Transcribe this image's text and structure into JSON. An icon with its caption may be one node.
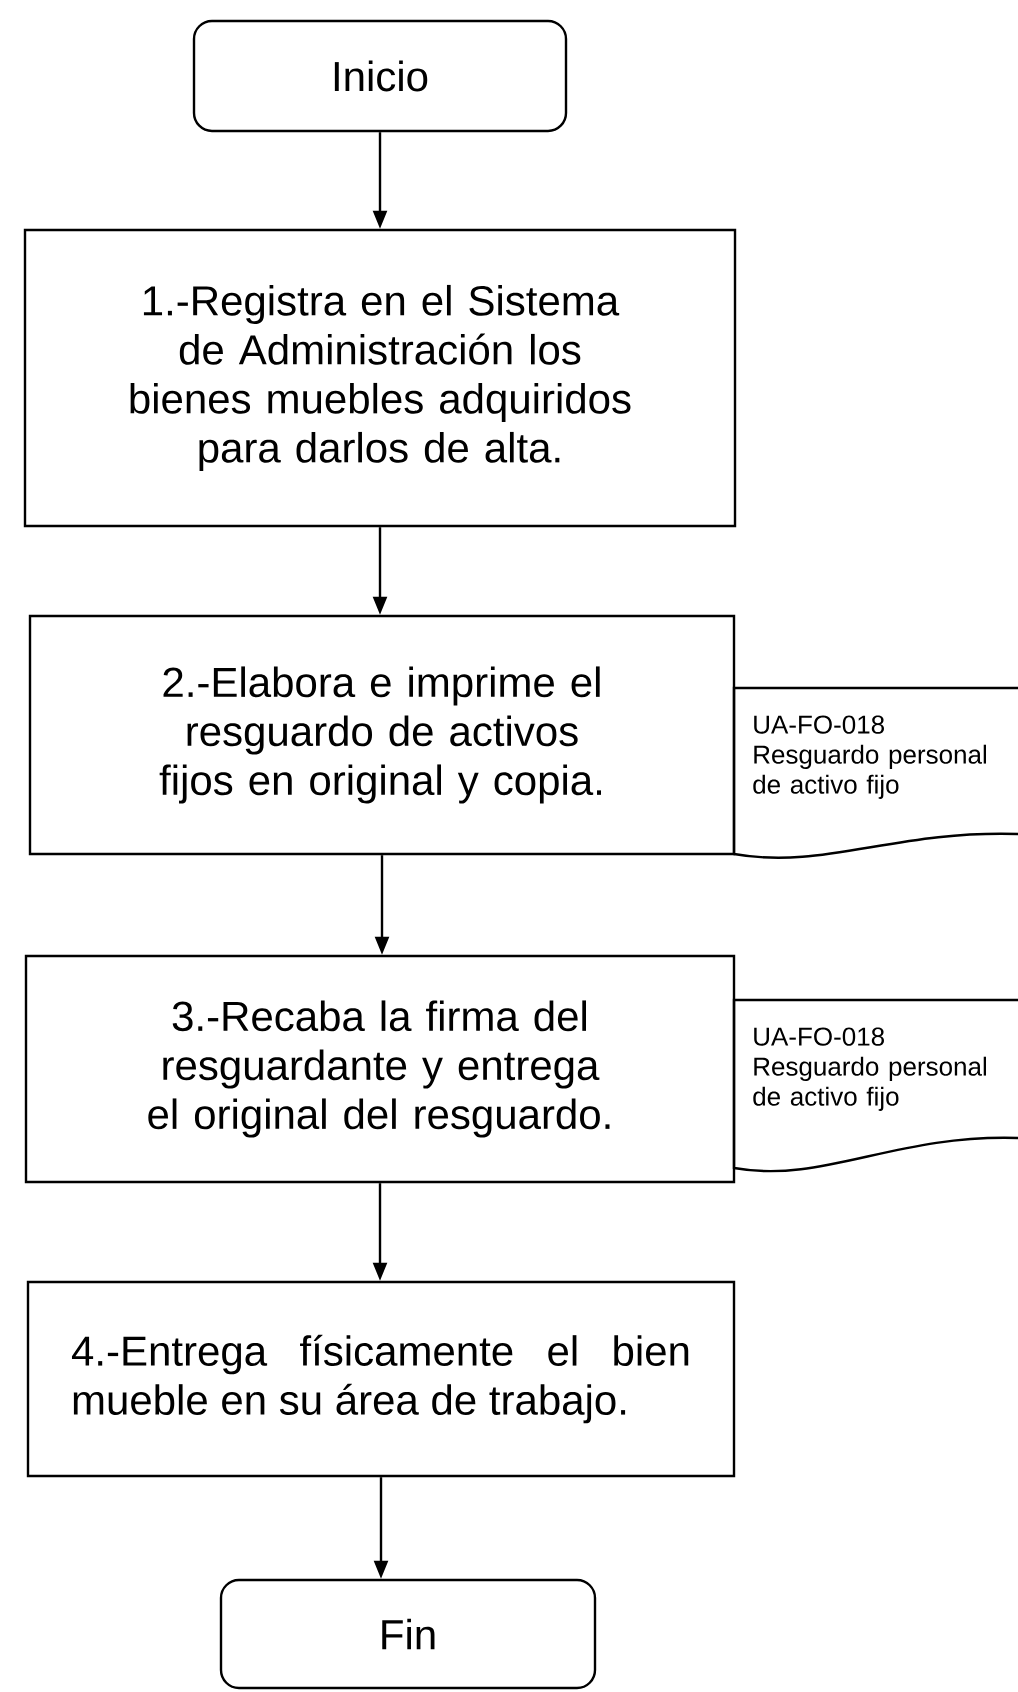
{
  "diagram": {
    "nodes": [
      {
        "text": [
          "Inicio"
        ]
      },
      {
        "text": [
          "1.-Registra en el Sistema de Administración los bienes muebles adquiridos para darlos de alta."
        ]
      },
      {
        "text": [
          "2.-Elabora e imprime el resguardo de activos fijos en original y copia."
        ]
      },
      {
        "text": [
          "UA-FO-018",
          "Resguardo personal de activo fijo"
        ]
      },
      {
        "text": [
          "3.-Recaba la firma del resguardante y entrega el original del resguardo."
        ]
      },
      {
        "text": [
          "UA-FO-018",
          "Resguardo personal de activo fijo"
        ]
      },
      {
        "text": [
          "4.-Entrega físicamente el bien mueble en su área de trabajo."
        ]
      },
      {
        "text": [
          "Fin"
        ]
      }
    ],
    "edges": [
      {
        "from": 0,
        "to": 1,
        "arrow": "to"
      },
      {
        "from": 1,
        "to": 2,
        "arrow": "to"
      },
      {
        "from": 2,
        "to": 4,
        "arrow": "to"
      },
      {
        "from": 4,
        "to": 6,
        "arrow": "to"
      },
      {
        "from": 6,
        "to": 7,
        "arrow": "to"
      }
    ]
  }
}
